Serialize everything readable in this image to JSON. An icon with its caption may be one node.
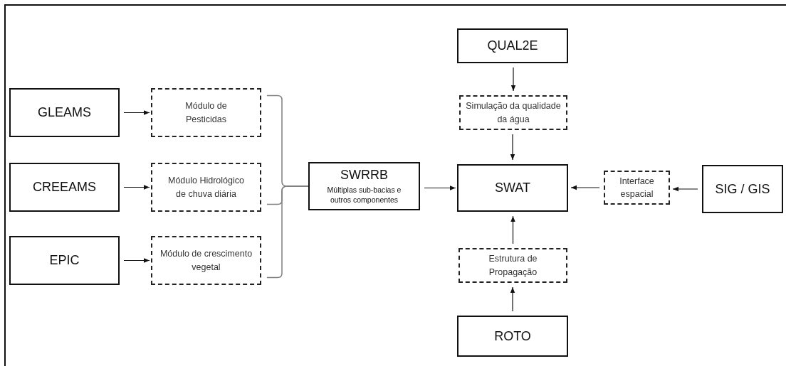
{
  "diagram": {
    "nodes": [
      {
        "text": [
          "GLEAMS"
        ]
      },
      {
        "text": [
          "Módulo de Pesticidas"
        ]
      },
      {
        "text": [
          "CREEAMS"
        ]
      },
      {
        "text": [
          "Módulo Hidrológico de chuva diária"
        ]
      },
      {
        "text": [
          "EPIC"
        ]
      },
      {
        "text": [
          "Módulo de crescimento vegetal"
        ]
      },
      {
        "text": [
          "SWRRB",
          "Múltiplas sub-bacias e outros componentes"
        ]
      },
      {
        "text": [
          "QUAL2E"
        ]
      },
      {
        "text": [
          "Simulação da qualidade da água"
        ]
      },
      {
        "text": [
          "SWAT"
        ]
      },
      {
        "text": [
          "Interface espacial"
        ]
      },
      {
        "text": [
          "SIG / GIS"
        ]
      },
      {
        "text": [
          "Estrutura de Propagação"
        ]
      },
      {
        "text": [
          "ROTO"
        ]
      }
    ],
    "edges": [
      {
        "from": 0,
        "to": 1,
        "arrow": "to"
      },
      {
        "from": 2,
        "to": 3,
        "arrow": "to"
      },
      {
        "from": 4,
        "to": 5,
        "arrow": "to"
      },
      {
        "from": 1,
        "to": 6,
        "arrow": "none",
        "color": "#7f7f7f"
      },
      {
        "from": 3,
        "to": 6,
        "arrow": "none",
        "color": "#7f7f7f"
      },
      {
        "from": 5,
        "to": 6,
        "arrow": "none",
        "color": "#7f7f7f"
      },
      {
        "from": 6,
        "to": 9,
        "arrow": "to"
      },
      {
        "from": 7,
        "to": 8,
        "arrow": "to"
      },
      {
        "from": 8,
        "to": 9,
        "arrow": "to"
      },
      {
        "from": 11,
        "to": 10,
        "arrow": "to"
      },
      {
        "from": 10,
        "to": 9,
        "arrow": "to"
      },
      {
        "from": 13,
        "to": 12,
        "arrow": "to"
      },
      {
        "from": 12,
        "to": 9,
        "arrow": "to"
      }
    ]
  }
}
